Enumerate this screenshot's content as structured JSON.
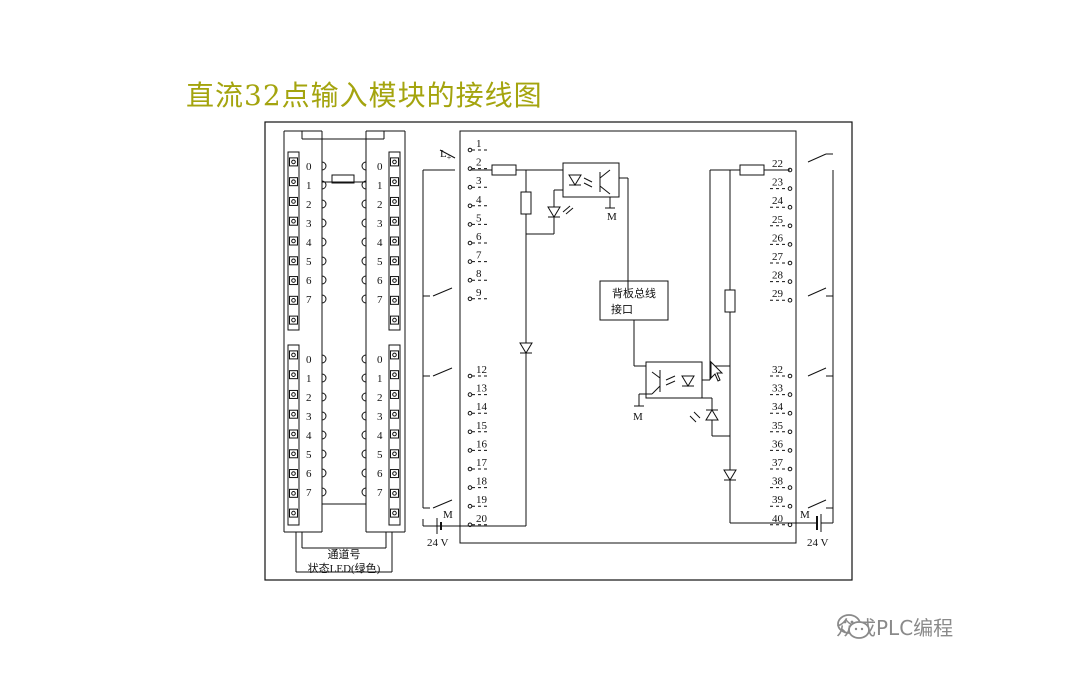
{
  "title": "直流32点输入模块的接线图",
  "left_panel": {
    "channels_group1": [
      "0",
      "1",
      "2",
      "3",
      "4",
      "5",
      "6",
      "7"
    ],
    "channels_group2": [
      "0",
      "1",
      "2",
      "3",
      "4",
      "5",
      "6",
      "7"
    ],
    "label_channel": "通道号",
    "label_status_led": "状态LED(绿色)"
  },
  "terminals": {
    "left_upper": [
      "1",
      "2",
      "3",
      "4",
      "5",
      "6",
      "7",
      "8",
      "9"
    ],
    "left_lower": [
      "12",
      "13",
      "14",
      "15",
      "16",
      "17",
      "18",
      "19",
      "20"
    ],
    "right_upper": [
      "22",
      "23",
      "24",
      "25",
      "26",
      "27",
      "28",
      "29"
    ],
    "right_lower": [
      "32",
      "33",
      "34",
      "35",
      "36",
      "37",
      "38",
      "39",
      "40"
    ]
  },
  "labels": {
    "l_plus": "L",
    "l_plus_sub": "+",
    "m_top": "M",
    "m_mid": "M",
    "m_left": "M",
    "m_right": "M",
    "v24_left": "24 V",
    "v24_right": "24 V"
  },
  "bus_box": {
    "line1": "背板总线",
    "line2": "接口"
  },
  "watermark": "众成PLC编程"
}
